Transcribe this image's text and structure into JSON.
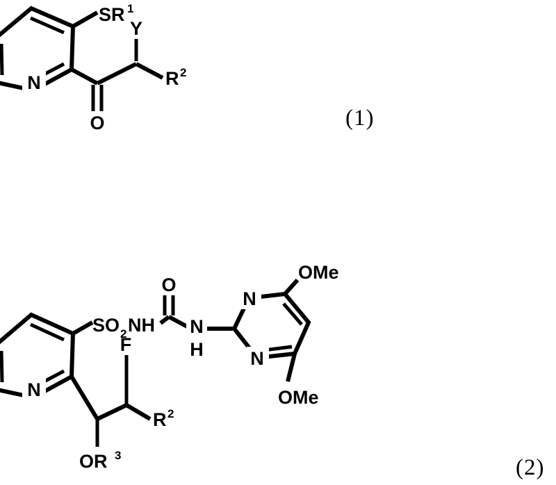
{
  "document": {
    "kind": "patent-chemical-structure-figure",
    "background_color": "#ffffff",
    "ink_color": "#000000"
  },
  "structures": [
    {
      "id": "structure-1",
      "name": "general-formula-1",
      "number_label": "(1)",
      "description": "3-(thio-substituted)pyridin-2-yl ketone bearing Y and R2 substituents",
      "labels": {
        "ring_nitrogen": "N",
        "thioether": "SR",
        "thioether_superscript": "1",
        "y_substituent": "Y",
        "r2_substituent": "R",
        "r2_superscript": "2",
        "carbonyl_oxygen": "O"
      }
    },
    {
      "id": "structure-2",
      "name": "general-formula-2",
      "number_label": "(2)",
      "description": "Pyridine-3-sulfonylurea linked to 4,6-dimethoxypyrimidin-2-yl, with F, R2 and OR3 substituents",
      "labels": {
        "ring_nitrogen": "N",
        "sulfonamide": "SO",
        "sulfonamide_subscript": "2",
        "sulfonamide_nh": "NH",
        "f_substituent": "F",
        "r2_substituent": "R",
        "r2_superscript": "2",
        "or3_substituent": "OR",
        "or3_superscript": "3",
        "urea_oxygen": "O",
        "urea_n": "N",
        "urea_h": "H",
        "pyrimidine_n_top": "N",
        "pyrimidine_n_bottom": "N",
        "methoxy_top": "OMe",
        "methoxy_bottom": "OMe"
      }
    }
  ]
}
